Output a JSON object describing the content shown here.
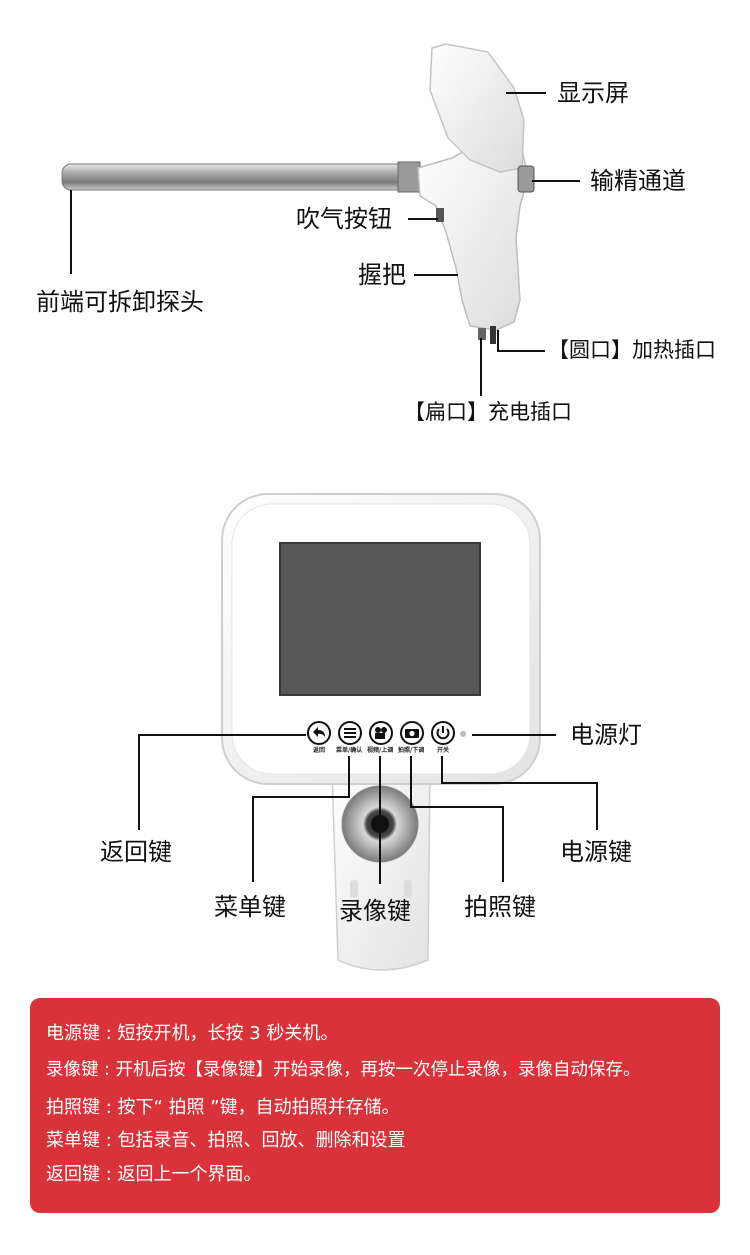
{
  "gun_labels": {
    "display": "显示屏",
    "semen_channel": "输精通道",
    "air_button": "吹气按钮",
    "grip": "握把",
    "detachable_probe": "前端可拆卸探头",
    "round_port": "【圆口】加热插口",
    "flat_port": "【扁口】充电插口"
  },
  "panel_labels": {
    "power_light": "电源灯",
    "back_key": "返回键",
    "power_key": "电源键",
    "menu_key": "菜单键",
    "record_key": "录像键",
    "photo_key": "拍照键"
  },
  "device_buttons": {
    "back": "返回",
    "menu": "菜单/确认",
    "video": "视频/上调",
    "photo": "拍照/下调",
    "power": "开关"
  },
  "instructions": [
    "电源键 : 短按开机，长按 3 秒关机。",
    "录像键 : 开机后按【录像键】开始录像，再按一次停止录像，录像自动保存。",
    "拍照键 : 按下“ 拍照 ”键，自动拍照并存储。",
    "菜单键 : 包括录音、拍照、回放、删除和设置",
    "返回键 : 返回上一个界面。"
  ],
  "colors": {
    "info_panel": "#d8333a",
    "device_body": "#f4f4f4",
    "screen": "#585858"
  }
}
